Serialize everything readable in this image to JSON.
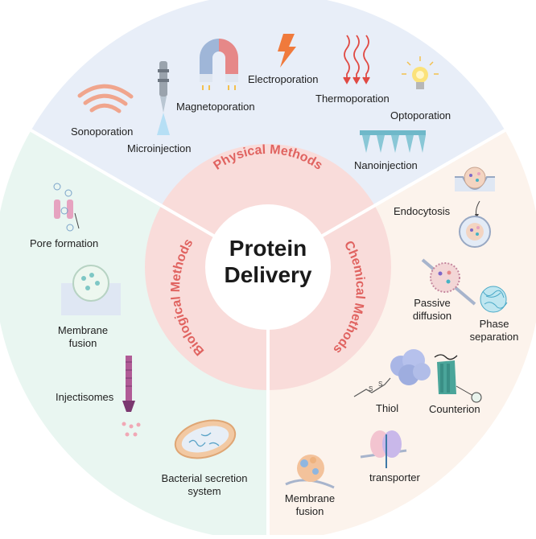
{
  "center": {
    "line1": "Protein",
    "line2": "Delivery"
  },
  "sectors": {
    "physical": {
      "title": "Physical Methods",
      "color": "#e8eef8",
      "items": {
        "sonoporation": "Sonoporation",
        "microinjection": "Microinjection",
        "magnetoporation": "Magnetoporation",
        "electroporation": "Electroporation",
        "thermoporation": "Thermoporation",
        "optoporation": "Optoporation",
        "nanoinjection": "Nanoinjection"
      }
    },
    "chemical": {
      "title": "Chemical Methods",
      "color": "#fcf3ec",
      "items": {
        "endocytosis": "Endocytosis",
        "passive_diffusion_1": "Passive",
        "passive_diffusion_2": "diffusion",
        "phase_separation_1": "Phase",
        "phase_separation_2": "separation",
        "thiol": "Thiol",
        "counterion": "Counterion",
        "membrane_fusion_1": "Membrane",
        "membrane_fusion_2": "fusion",
        "transporter": "transporter"
      }
    },
    "biological": {
      "title": "Biological Methods",
      "color": "#e9f6f1",
      "items": {
        "pore_formation": "Pore formation",
        "membrane_fusion_1": "Membrane",
        "membrane_fusion_2": "fusion",
        "injectisomes": "Injectisomes",
        "bacterial_secretion_1": "Bacterial secretion",
        "bacterial_secretion_2": "system"
      }
    }
  },
  "colors": {
    "inner_ring": "#f9dcda",
    "ring_text": "#e06360",
    "magnet_red": "#e68888",
    "magnet_blue": "#9fb6d8",
    "bolt": "#f07a3c",
    "heat": "#e04a44",
    "teal": "#46b3c4",
    "pink": "#e6a3c0",
    "purple": "#7e68c8"
  }
}
